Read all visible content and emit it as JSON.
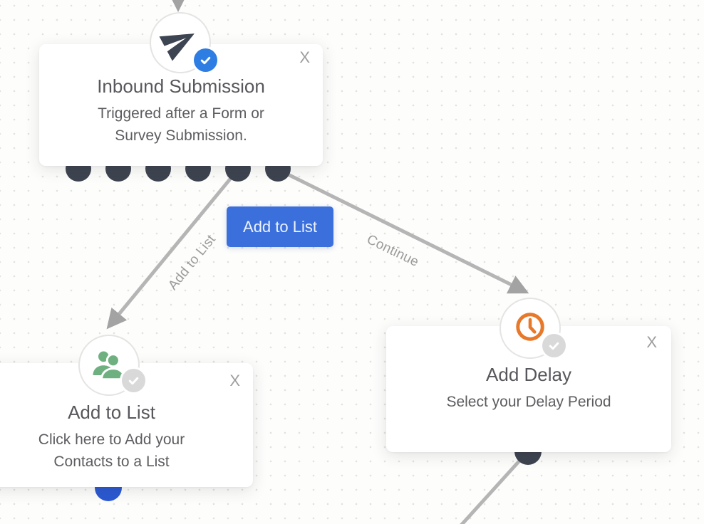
{
  "colors": {
    "accent_blue": "#3b70dc",
    "node_dark": "#3d4450",
    "group_green": "#6fb081",
    "clock_orange": "#e8782a",
    "line_gray": "#b5b5b5",
    "badge_blue": "#2d7de2",
    "badge_gray": "#d9d9d9",
    "dot_blue": "#2b59d2"
  },
  "nodes": {
    "inbound": {
      "title": "Inbound Submission",
      "description": "Triggered after a Form or Survey Submission.",
      "close": "X",
      "icon": "paper-plane-icon",
      "status_icon": "check-badge-blue"
    },
    "add_to_list": {
      "title": "Add to List",
      "description": "Click here to Add your Contacts to a List",
      "close": "X",
      "icon": "contacts-group-icon",
      "status_icon": "check-badge-gray"
    },
    "add_delay": {
      "title": "Add Delay",
      "description": "Select your Delay Period",
      "close": "X",
      "icon": "clock-icon",
      "status_icon": "check-badge-gray"
    }
  },
  "actions": {
    "add_to_list_button": "Add to List"
  },
  "connectors": {
    "add_to_list_label": "Add to List",
    "continue_label": "Continue"
  }
}
